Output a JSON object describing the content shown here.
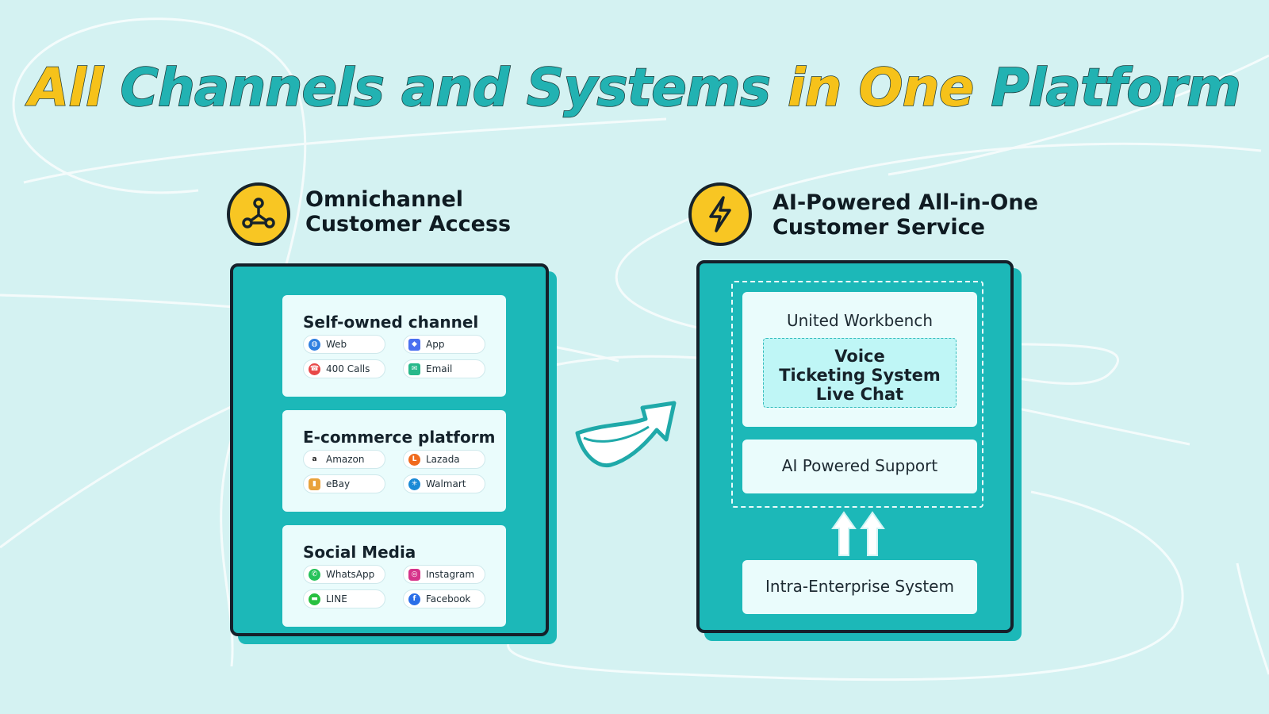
{
  "title": {
    "part1": "All",
    "part2": "Channels and Systems",
    "part3": "in One",
    "part4": "Platform"
  },
  "colors": {
    "background": "#d4f2f2",
    "title_yellow": "#f6c21a",
    "title_teal": "#22b2b2",
    "panel_teal": "#1cb8b8",
    "icon_yellow": "#f8c623"
  },
  "left_section": {
    "icon": "network-hub-icon",
    "title_line1": "Omnichannel",
    "title_line2": "Customer Access",
    "groups": [
      {
        "title": "Self-owned channel",
        "items": [
          {
            "label": "Web",
            "icon": "globe-icon",
            "color": "#2f7fe0"
          },
          {
            "label": "App",
            "icon": "cube-icon",
            "color": "#4a6ff0"
          },
          {
            "label": "400 Calls",
            "icon": "phone-icon",
            "color": "#e84848"
          },
          {
            "label": "Email",
            "icon": "envelope-icon",
            "color": "#28b88a"
          }
        ]
      },
      {
        "title": "E-commerce platform",
        "items": [
          {
            "label": "Amazon",
            "icon": "amazon-icon",
            "color": "#222222"
          },
          {
            "label": "Lazada",
            "icon": "lazada-icon",
            "color": "#f06a1d"
          },
          {
            "label": "eBay",
            "icon": "ebay-icon",
            "color": "#e9a23b"
          },
          {
            "label": "Walmart",
            "icon": "walmart-icon",
            "color": "#1a8ad6"
          }
        ]
      },
      {
        "title": "Social Media",
        "items": [
          {
            "label": "WhatsApp",
            "icon": "whatsapp-icon",
            "color": "#25c25a"
          },
          {
            "label": "Instagram",
            "icon": "instagram-icon",
            "color": "#d6338a"
          },
          {
            "label": "LINE",
            "icon": "line-icon",
            "color": "#28c040"
          },
          {
            "label": "Facebook",
            "icon": "facebook-icon",
            "color": "#2a6ee8"
          }
        ]
      }
    ]
  },
  "right_section": {
    "icon": "lightning-bolt-icon",
    "title_line1": "AI-Powered All-in-One",
    "title_line2": "Customer Service",
    "workbench_label": "United Workbench",
    "workbench_items": [
      "Voice",
      "Ticketing System",
      "Live Chat"
    ],
    "ai_support_label": "AI Powered Support",
    "enterprise_label": "Intra-Enterprise System"
  }
}
